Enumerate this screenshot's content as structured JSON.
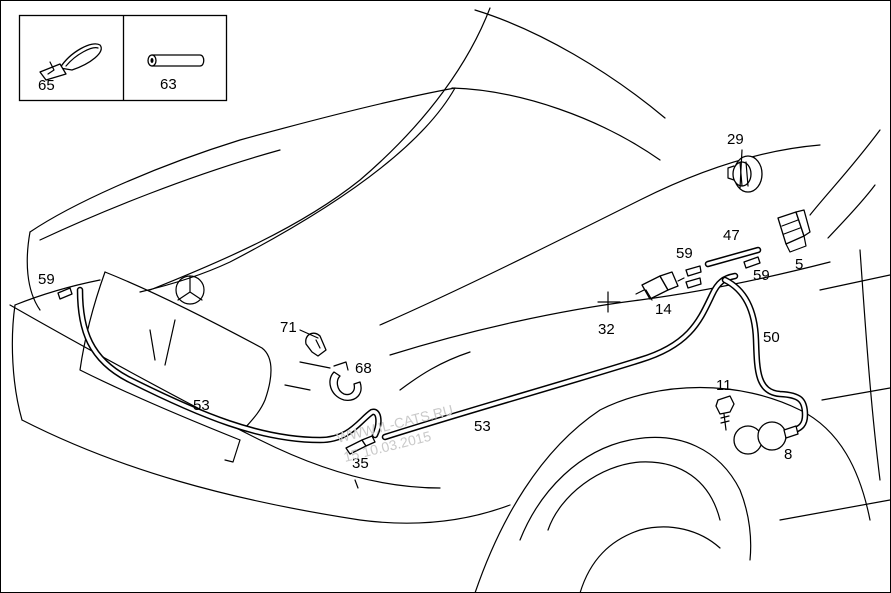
{
  "legend": {
    "items": [
      {
        "number": "65",
        "icon": "cable-tie-icon"
      },
      {
        "number": "63",
        "icon": "hose-sleeve-icon"
      }
    ]
  },
  "callouts": [
    {
      "id": "c29",
      "number": "29"
    },
    {
      "id": "c47",
      "number": "47"
    },
    {
      "id": "c59a",
      "number": "59"
    },
    {
      "id": "c59b",
      "number": "59"
    },
    {
      "id": "c59c",
      "number": "59"
    },
    {
      "id": "c5",
      "number": "5"
    },
    {
      "id": "c14",
      "number": "14"
    },
    {
      "id": "c32",
      "number": "32"
    },
    {
      "id": "c50",
      "number": "50"
    },
    {
      "id": "c71",
      "number": "71"
    },
    {
      "id": "c68",
      "number": "68"
    },
    {
      "id": "c53a",
      "number": "53"
    },
    {
      "id": "c53b",
      "number": "53"
    },
    {
      "id": "c35",
      "number": "35"
    },
    {
      "id": "c11",
      "number": "11"
    },
    {
      "id": "c8",
      "number": "8"
    }
  ],
  "watermark": {
    "site": "WWW.IL-CATS.RU",
    "stamp": "15 10.03.2015"
  }
}
